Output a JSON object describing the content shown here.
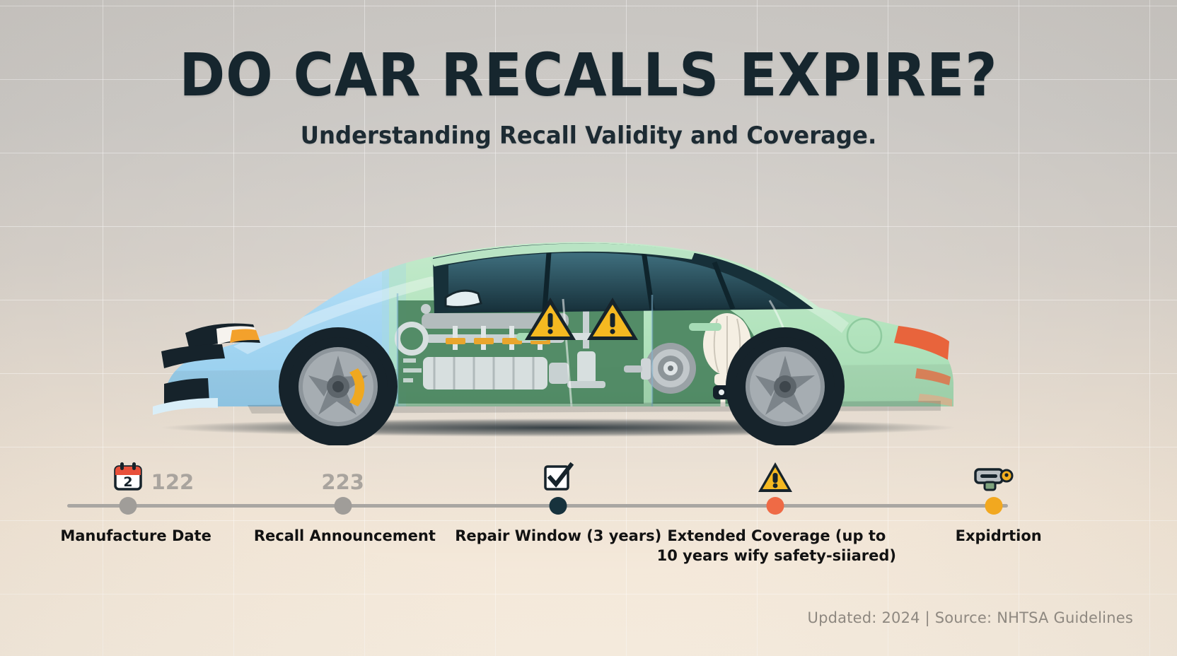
{
  "header": {
    "title": "DO CAR RECALLS EXPIRE?",
    "subtitle": "Understanding Recall Validity and Coverage."
  },
  "colors": {
    "title_color": "#16262e",
    "car_front": "#9ed3f0",
    "car_rear": "#b3e3bd",
    "cutaway_panel": "#49835f",
    "warning_yellow": "#f5b921",
    "node_gray": "#a09d99",
    "node_dark": "#17323d",
    "node_orange": "#ef6a45",
    "node_amber": "#f2a81f",
    "track": "#a9a6a2",
    "footer_text": "#8e8880",
    "background_top": "#c9c6c2",
    "background_bottom": "#faf0e2"
  },
  "illustration": {
    "name": "cutaway-sedan",
    "badges": [
      "warning-triangle-front",
      "warning-triangle-rear"
    ],
    "components": [
      "engine-schematic",
      "brake-disc-schematic",
      "airbag-schematic"
    ]
  },
  "timeline": {
    "stops": [
      {
        "id": "manufacture-date",
        "label": "Manufacture Date",
        "icon": "calendar-icon",
        "icon_day": "2",
        "badge": "122",
        "node_color": "#a09d99",
        "position_pct": 6.5
      },
      {
        "id": "recall-announcement",
        "label": "Recall Announcement",
        "icon": "none",
        "badge": "223",
        "node_color": "#a09d99",
        "position_pct": 29.3
      },
      {
        "id": "repair-window",
        "label": "Repair Window (3 years)",
        "icon": "checkbox-check-icon",
        "badge": "",
        "node_color": "#17323d",
        "position_pct": 52.2
      },
      {
        "id": "extended-coverage",
        "label": "Extended Coverage (up to\n10 years wify safety-siiared)",
        "icon": "warning-triangle-icon",
        "badge": "",
        "node_color": "#ef6a45",
        "position_pct": 75.3
      },
      {
        "id": "expiration",
        "label": "Expidrtion",
        "icon": "clamp-tool-icon",
        "badge": "",
        "node_color": "#f2a81f",
        "position_pct": 98.5
      }
    ]
  },
  "footer": {
    "text": "Updated: 2024 | Source: NHTSA Guidelines"
  }
}
